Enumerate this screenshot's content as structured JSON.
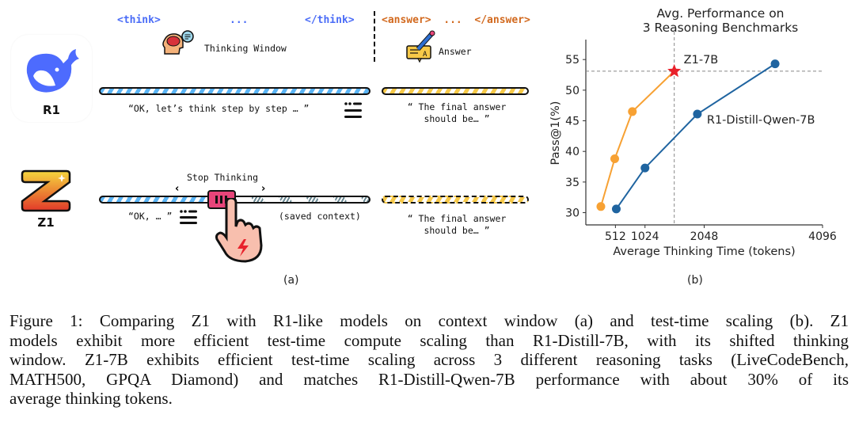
{
  "panel_a": {
    "label": "(a)",
    "header": {
      "think_open": "<think>",
      "think_ellipsis": "...",
      "think_close": "</think>",
      "answer_tags": "<answer>  ...  </answer>",
      "thinking_window_label": "Thinking Window",
      "answer_label": "Answer"
    },
    "r1": {
      "model_label": "R1",
      "thinking_text": "“OK, let’s think step by step … ”",
      "answer_text_line1": "“ The final answer",
      "answer_text_line2": "should be… ”"
    },
    "z1": {
      "model_label": "Z1",
      "stop_label": "Stop Thinking",
      "thinking_text": "“OK, … ”",
      "saved_context_text": "(saved context)",
      "answer_text_line1": "“ The final answer",
      "answer_text_line2": "should be… ”"
    },
    "colors": {
      "think_blue": "#4a6cf7",
      "answer_orange": "#d2691e",
      "bar_blue": "#5ab4f5",
      "bar_yellow": "#f7c948",
      "stop_pink": "#e8457a"
    }
  },
  "panel_b": {
    "label": "(b)"
  },
  "chart_data": {
    "type": "line",
    "title": "Avg. Performance on\n3 Reasoning Benchmarks",
    "title_lines": [
      "Avg. Performance on",
      "3 Reasoning Benchmarks"
    ],
    "xlabel": "Average Thinking Time (tokens)",
    "ylabel": "Pass@1(%)",
    "xlim": [
      0,
      4096
    ],
    "ylim": [
      28,
      58
    ],
    "xticks": [
      512,
      1024,
      2048,
      4096
    ],
    "xtick_labels": [
      "512",
      "1024",
      "2048",
      "4096"
    ],
    "yticks": [
      30,
      35,
      40,
      45,
      50,
      55
    ],
    "ytick_labels": [
      "30",
      "35",
      "40",
      "45",
      "50",
      "55"
    ],
    "grid": false,
    "series": [
      {
        "name": "Z1-7B",
        "color": "#f7a133",
        "x": [
          260,
          500,
          805,
          1530
        ],
        "y": [
          31.0,
          38.8,
          46.5,
          53.1
        ],
        "final_marker": "star",
        "final_marker_color": "#e8212b"
      },
      {
        "name": "R1-Distill-Qwen-7B",
        "color": "#1f64a0",
        "x": [
          527,
          1024,
          1930,
          3275
        ],
        "y": [
          30.6,
          37.3,
          46.1,
          54.3
        ]
      }
    ],
    "reference_lines": [
      {
        "orientation": "vertical",
        "x": 1530,
        "style": "dashed"
      },
      {
        "orientation": "horizontal",
        "y": 53.1,
        "style": "dashed"
      }
    ],
    "annotations": [
      {
        "text": "Z1-7B",
        "near_series": "Z1-7B"
      },
      {
        "text": "R1-Distill-Qwen-7B",
        "near_series": "R1-Distill-Qwen-7B"
      }
    ]
  },
  "caption": {
    "lines": [
      "Figure 1: Comparing Z1 with R1-like models on context window (a) and test-time scaling (b). Z1",
      "models exhibit more efficient test-time compute scaling than R1-Distill-7B, with its shifted thinking",
      "window. Z1-7B exhibits efficient test-time scaling across 3 different reasoning tasks (LiveCodeBench,",
      "MATH500, GPQA Diamond) and matches R1-Distill-Qwen-7B performance with about 30% of its",
      "average thinking tokens."
    ]
  }
}
